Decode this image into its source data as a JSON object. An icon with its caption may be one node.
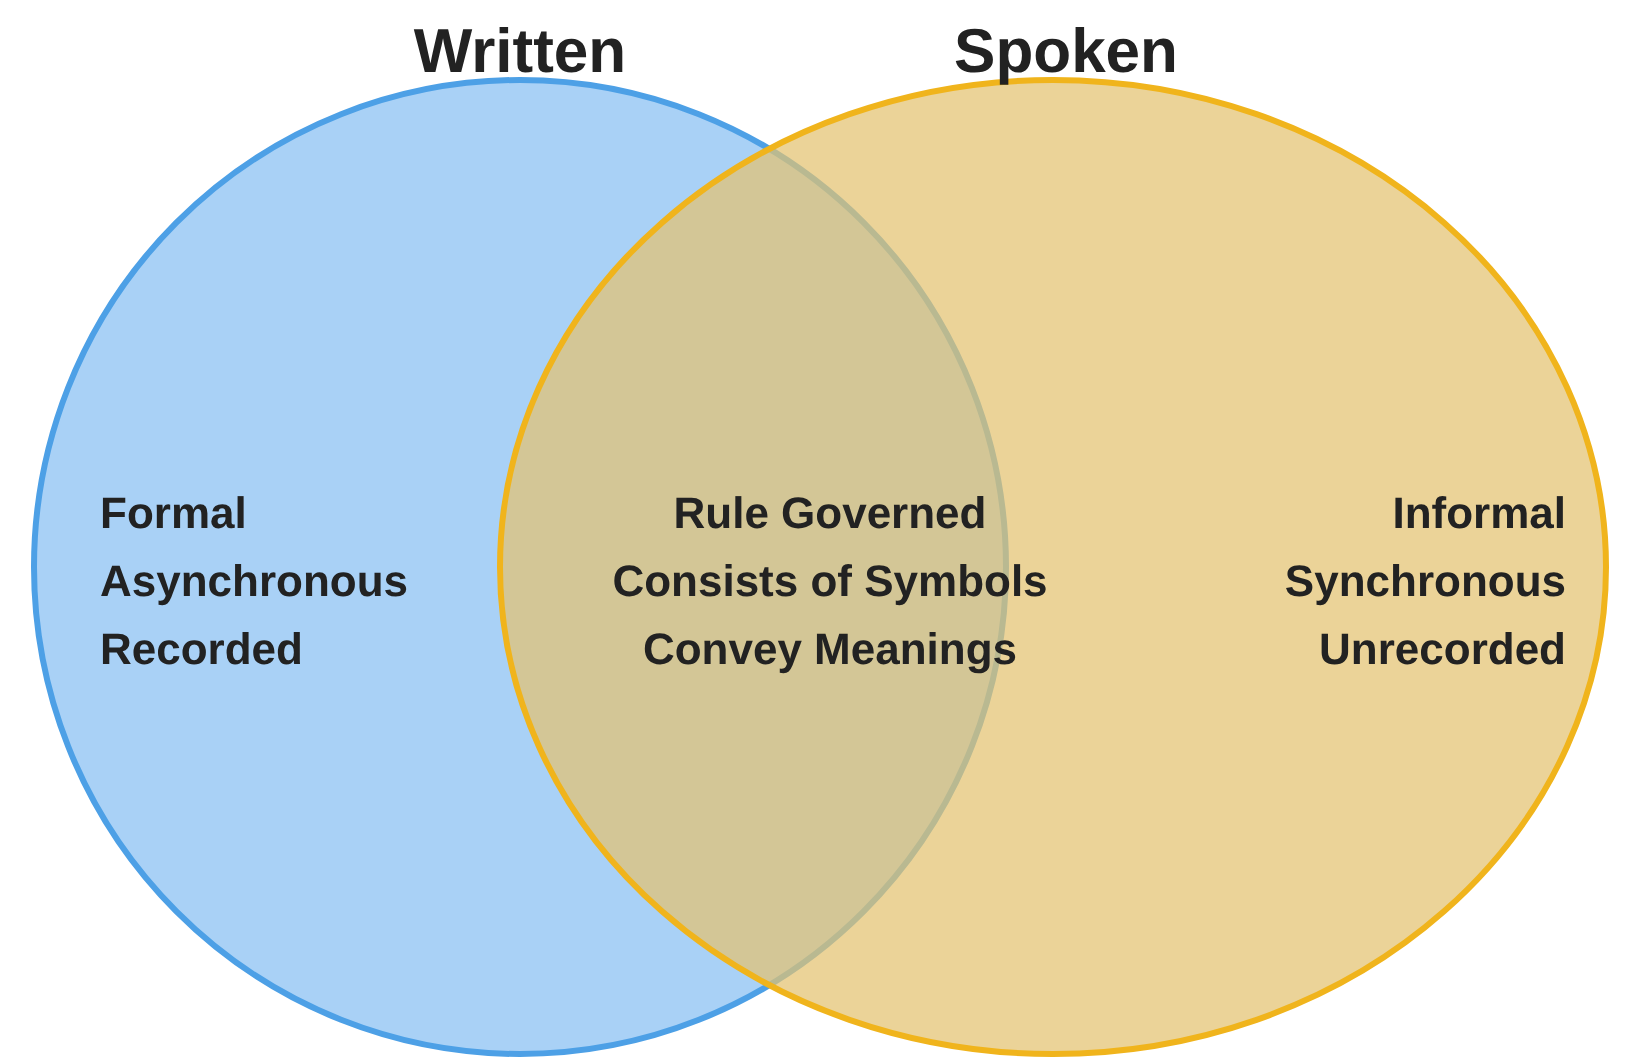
{
  "diagram": {
    "nodes": [
      {
        "text": [
          "Written",
          "Formal Asynchronous Recorded"
        ]
      },
      {
        "text": [
          "Spoken",
          "Informal Synchronous Unrecorded"
        ]
      }
    ],
    "labels": [
      "Rule Governed Consists of Symbols Convey Meanings"
    ]
  }
}
